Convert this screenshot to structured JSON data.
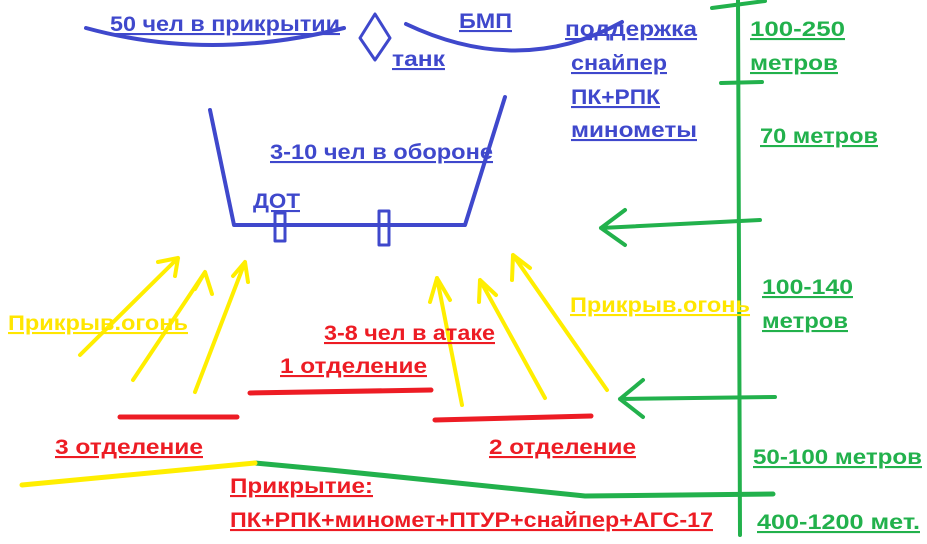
{
  "colors": {
    "enemy": "#3f48cc",
    "distance": "#22b14c",
    "attack": "#ed1c24",
    "fire": "#ffe600"
  },
  "enemy": {
    "cover_group": "50 чел в прикрытии",
    "bmp": "БМП",
    "tank": "танк",
    "support": [
      "поддержка",
      "снайпер",
      "ПК+РПК",
      "минометы"
    ],
    "defense": "3-10 чел в обороне",
    "bunker": "ДОТ"
  },
  "distances": {
    "d1_line1": "100-250",
    "d1_line2": "метров",
    "d2": "70 метров",
    "d3_line1": "100-140",
    "d3_line2": "метров",
    "d4": "50-100 метров",
    "d5": "400-1200 мет."
  },
  "attack": {
    "covering_fire_left": "Прикрыв.огонь",
    "covering_fire_right": "Прикрыв.огонь",
    "attackers": "3-8 чел в атаке",
    "squad1": "1 отделение",
    "squad2": "2 отделение",
    "squad3": "3 отделение",
    "cover_title": "Прикрытие:",
    "cover_assets": "ПК+РПК+миномет+ПТУР+снайпер+АГС-17"
  }
}
